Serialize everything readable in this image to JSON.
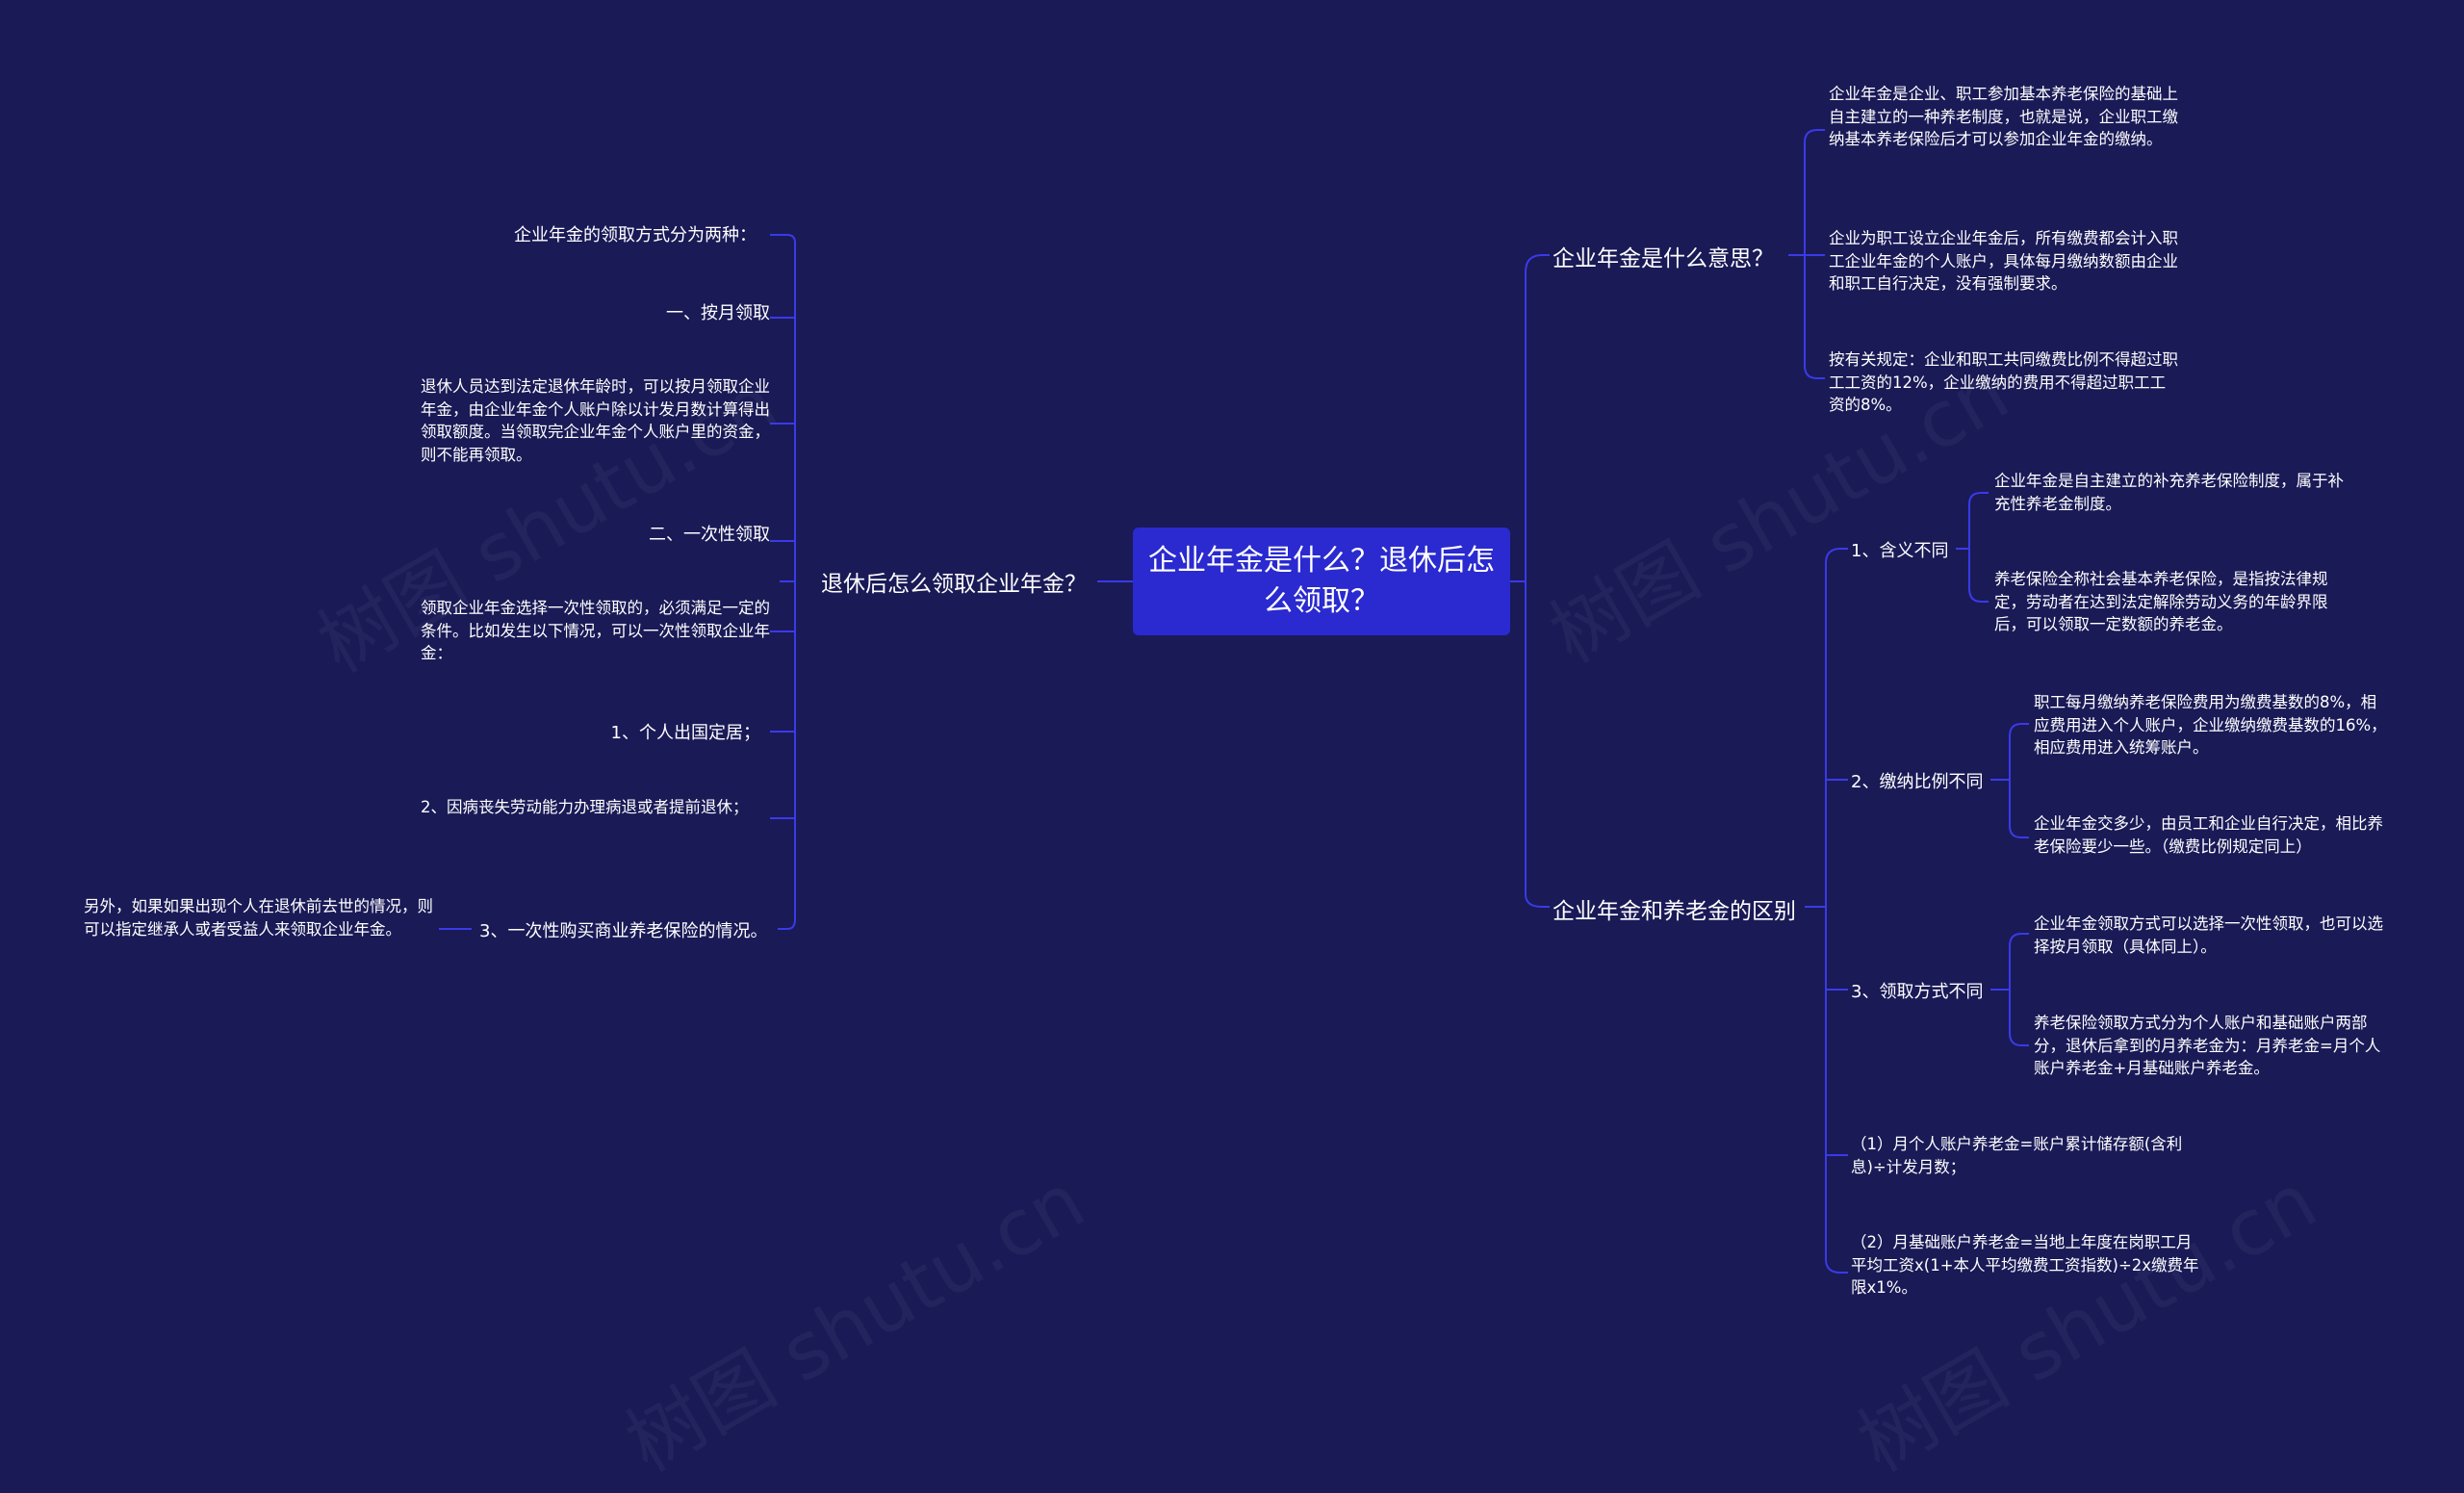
{
  "colors": {
    "background": "#1a1a57",
    "root_fill": "#2a2ad0",
    "line": "#3a3ae8",
    "text": "#ffffff"
  },
  "watermark": "树图 shutu.cn",
  "root": {
    "label": "企业年金是什么？退休后怎么领取？"
  },
  "left": {
    "label": "退休后怎么领取企业年金？",
    "items": [
      "企业年金的领取方式分为两种：",
      "一、按月领取",
      "退休人员达到法定退休年龄时，可以按月领取企业年金，由企业年金个人账户除以计发月数计算得出领取额度。当领取完企业年金个人账户里的资金，则不能再领取。",
      "二、一次性领取",
      "领取企业年金选择一次性领取的，必须满足一定的条件。比如发生以下情况，可以一次性领取企业年金：",
      "1、个人出国定居；",
      "2、因病丧失劳动能力办理病退或者提前退休；",
      "3、一次性购买商业养老保险的情况。"
    ],
    "extra": "另外，如果如果出现个人在退休前去世的情况，则可以指定继承人或者受益人来领取企业年金。"
  },
  "right": {
    "what": {
      "label": "企业年金是什么意思？",
      "items": [
        "企业年金是企业、职工参加基本养老保险的基础上自主建立的一种养老制度，也就是说，企业职工缴纳基本养老保险后才可以参加企业年金的缴纳。",
        "企业为职工设立企业年金后，所有缴费都会计入职工企业年金的个人账户，具体每月缴纳数额由企业和职工自行决定，没有强制要求。",
        "按有关规定：企业和职工共同缴费比例不得超过职工工资的12%，企业缴纳的费用不得超过职工工资的8%。"
      ]
    },
    "diff": {
      "label": "企业年金和养老金的区别",
      "sub1": {
        "label": "1、含义不同",
        "items": [
          "企业年金是自主建立的补充养老保险制度，属于补充性养老金制度。",
          "养老保险全称社会基本养老保险，是指按法律规定，劳动者在达到法定解除劳动义务的年龄界限后，可以领取一定数额的养老金。"
        ]
      },
      "sub2": {
        "label": "2、缴纳比例不同",
        "items": [
          "职工每月缴纳养老保险费用为缴费基数的8%，相应费用进入个人账户，企业缴纳缴费基数的16%，相应费用进入统筹账户。",
          "企业年金交多少，由员工和企业自行决定，相比养老保险要少一些。（缴费比例规定同上）"
        ]
      },
      "sub3": {
        "label": "3、领取方式不同",
        "items": [
          "企业年金领取方式可以选择一次性领取，也可以选择按月领取（具体同上）。",
          "养老保险领取方式分为个人账户和基础账户两部分，退休后拿到的月养老金为：月养老金=月个人账户养老金+月基础账户养老金。"
        ]
      },
      "formula1": "（1）月个人账户养老金=账户累计储存额(含利息)÷计发月数；",
      "formula2": "（2）月基础账户养老金=当地上年度在岗职工月平均工资x(1+本人平均缴费工资指数)÷2x缴费年限x1%。"
    }
  }
}
